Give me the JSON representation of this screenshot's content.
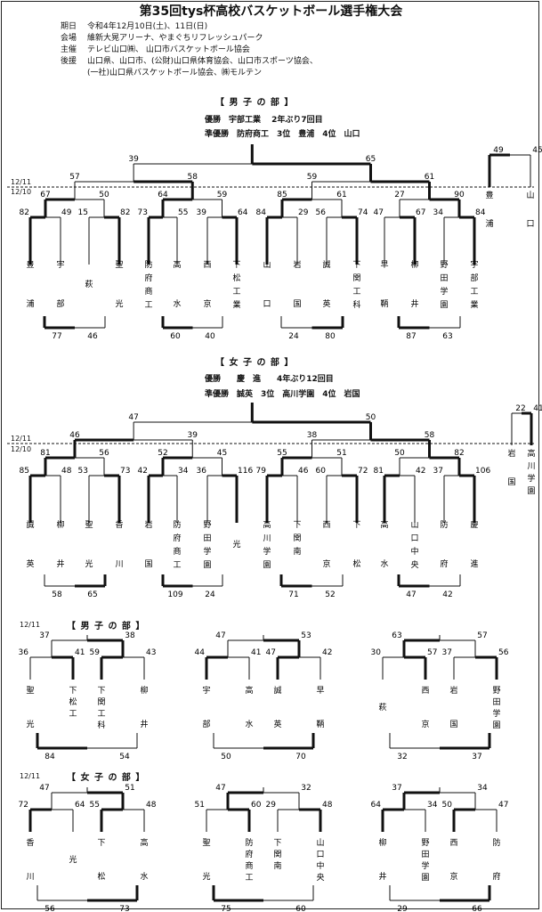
{
  "title": "第35回tys杯高校バスケットボール選手権大会",
  "info": [
    {
      "k": "期日",
      "v": "令和4年12月10日(土)、11日(日)"
    },
    {
      "k": "会場",
      "v": "維新大晃アリーナ、やまぐちリフレッシュパーク"
    },
    {
      "k": "主催",
      "v": "テレビ山口㈱、 山口市バスケットボール協会"
    },
    {
      "k": "後援",
      "v": "山口県、山口市、(公財)山口県体育協会、山口市スポーツ協会、"
    },
    {
      "k": "",
      "v": "(一社)山口県バスケットボール協会、㈱モルテン"
    }
  ],
  "mens": {
    "heading": "【 男 子 の 部 】",
    "result1": "優勝　宇部工業　 2年ぶり7回目",
    "result2": "準優勝　防府商工　3位　豊浦　4位　山口"
  },
  "womens": {
    "heading": "【 女 子 の 部 】",
    "result1": "優勝　　慶　進　　4年ぶり12回目",
    "result2": "準優勝　誠英　3位　高川学園　4位　岩国"
  },
  "day_tags": {
    "d1211": "12/11",
    "d1210": "12/10"
  },
  "mens_b": {
    "heading": "【 男 子 の 部 】"
  },
  "womens_b": {
    "heading": "【 女 子 の 部 】"
  },
  "teams_m": [
    "豊浦",
    "宇部",
    "萩",
    "聖光",
    "防府商工",
    "高水",
    "西京",
    "下松工業",
    "山口",
    "岩国",
    "誠英",
    "下関工科",
    "早鞆",
    "柳井",
    "野田学園",
    "宇部工業"
  ],
  "scores_m_r1": [
    82,
    49,
    15,
    82,
    73,
    55,
    39,
    64,
    84,
    29,
    56,
    74,
    47,
    67,
    34,
    84
  ],
  "scores_m_r2": [
    67,
    50,
    64,
    59,
    85,
    61,
    27,
    90
  ],
  "scores_m_r3": [
    57,
    58,
    59,
    61
  ],
  "scores_m_sf": [
    39,
    65
  ],
  "scores_m_3rd": [
    49,
    45
  ],
  "third_m": [
    "豊浦",
    "山口"
  ],
  "cons_m": [
    77,
    46,
    60,
    40,
    24,
    80,
    87,
    63
  ],
  "teams_w": [
    "誠英",
    "柳井",
    "聖光",
    "香川",
    "岩国",
    "防府商工",
    "野田学園",
    "光",
    "高川学園",
    "下関南",
    "西京",
    "下松",
    "高水",
    "山口中央",
    "防府",
    "慶進"
  ],
  "scores_w_r1": [
    85,
    48,
    53,
    73,
    42,
    34,
    36,
    116,
    79,
    46,
    60,
    72,
    81,
    42,
    37,
    106
  ],
  "scores_w_r2": [
    81,
    56,
    52,
    45,
    55,
    51,
    50,
    82
  ],
  "scores_w_r3": [
    46,
    39,
    38,
    58
  ],
  "scores_w_sf": [
    47,
    50
  ],
  "scores_w_3rd": [
    22,
    41
  ],
  "third_w": [
    "岩国",
    "高川学園"
  ],
  "cons_w": [
    58,
    65,
    109,
    24,
    71,
    52,
    47,
    42
  ],
  "lower_m": [
    {
      "teams": [
        "聖光",
        "下松工",
        "下関工科",
        "柳井"
      ],
      "s1": [
        36,
        41,
        59,
        43
      ],
      "top": [
        37,
        38
      ],
      "bottom": [
        84,
        54
      ]
    },
    {
      "teams": [
        "宇部",
        "高水",
        "誠英",
        "早鞆"
      ],
      "s1": [
        44,
        41,
        47,
        42
      ],
      "top": [
        47,
        53
      ],
      "bottom": [
        50,
        70
      ]
    },
    {
      "teams": [
        "萩",
        "西京",
        "岩国",
        "野田学園"
      ],
      "s1": [
        30,
        57,
        37,
        56
      ],
      "top": [
        63,
        57
      ],
      "bottom": [
        32,
        37
      ]
    }
  ],
  "lower_w": [
    {
      "teams": [
        "香川",
        "光",
        "下松",
        "高水"
      ],
      "s1": [
        72,
        64,
        55,
        48
      ],
      "top": [
        47,
        51
      ],
      "bottom": [
        56,
        73
      ]
    },
    {
      "teams": [
        "聖光",
        "防府商工",
        "下関南",
        "山口中央"
      ],
      "s1": [
        51,
        60,
        29,
        48
      ],
      "top": [
        47,
        32
      ],
      "bottom": [
        75,
        60
      ]
    },
    {
      "teams": [
        "柳井",
        "野田学園",
        "西京",
        "防府"
      ],
      "s1": [
        64,
        34,
        50,
        47
      ],
      "top": [
        37,
        34
      ],
      "bottom": [
        29,
        66
      ]
    }
  ]
}
